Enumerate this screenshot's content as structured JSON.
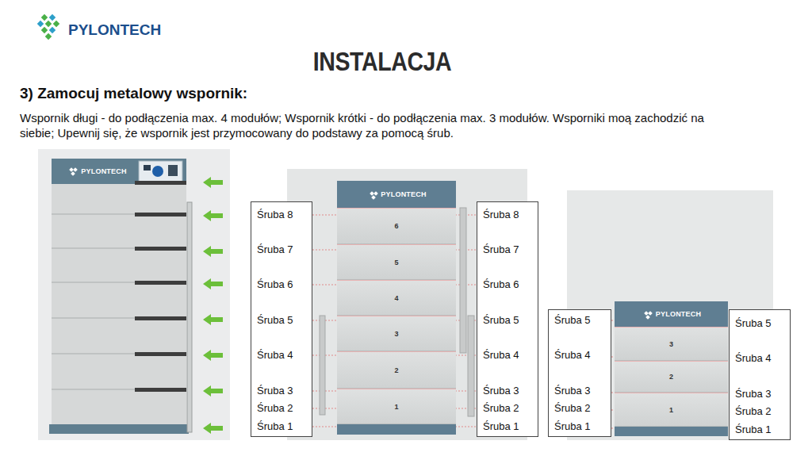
{
  "diagram": {
    "title": "INSTALACJA",
    "nodes": [
      {
        "text": [
          "PYLONTECH"
        ]
      },
      {
        "text": [
          "Śruba 8",
          "Śruba 7",
          "Śruba 6",
          "Śruba 5",
          "Śruba 4",
          "Śruba 3",
          "Śruba 2",
          "Śruba 1"
        ]
      },
      {
        "text": [
          "PYLONTECH"
        ]
      },
      {
        "text": [
          "6"
        ]
      },
      {
        "text": [
          "5"
        ]
      },
      {
        "text": [
          "4"
        ]
      },
      {
        "text": [
          "3"
        ]
      },
      {
        "text": [
          "2"
        ]
      },
      {
        "text": [
          "1"
        ]
      },
      {
        "text": [
          "Śruba 8",
          "Śruba 7",
          "Śruba 6",
          "Śruba 5",
          "Śruba 4",
          "Śruba 3",
          "Śruba 2",
          "Śruba 1"
        ]
      },
      {
        "text": [
          "Śruba 5",
          "Śruba 4",
          "Śruba 3",
          "Śruba 2",
          "Śruba 1"
        ]
      },
      {
        "text": [
          "PYLONTECH"
        ]
      },
      {
        "text": [
          "3"
        ]
      },
      {
        "text": [
          "2"
        ]
      },
      {
        "text": [
          "1"
        ]
      },
      {
        "text": [
          "Śruba 5",
          "Śruba 4",
          "Śruba 3",
          "Śruba 2",
          "Śruba 1"
        ]
      }
    ],
    "labels": [
      "PYLONTECH",
      "3) Zamocuj metalowy wspornik:",
      "Wspornik długi - do podłączenia max. 4 modułów; Wspornik krótki - do podłączenia max. 3 modułów. Wsporniki moą zachodzić na siebie; Upewnij się, że wspornik jest przymocowany do podstawy za pomocą śrub."
    ]
  }
}
